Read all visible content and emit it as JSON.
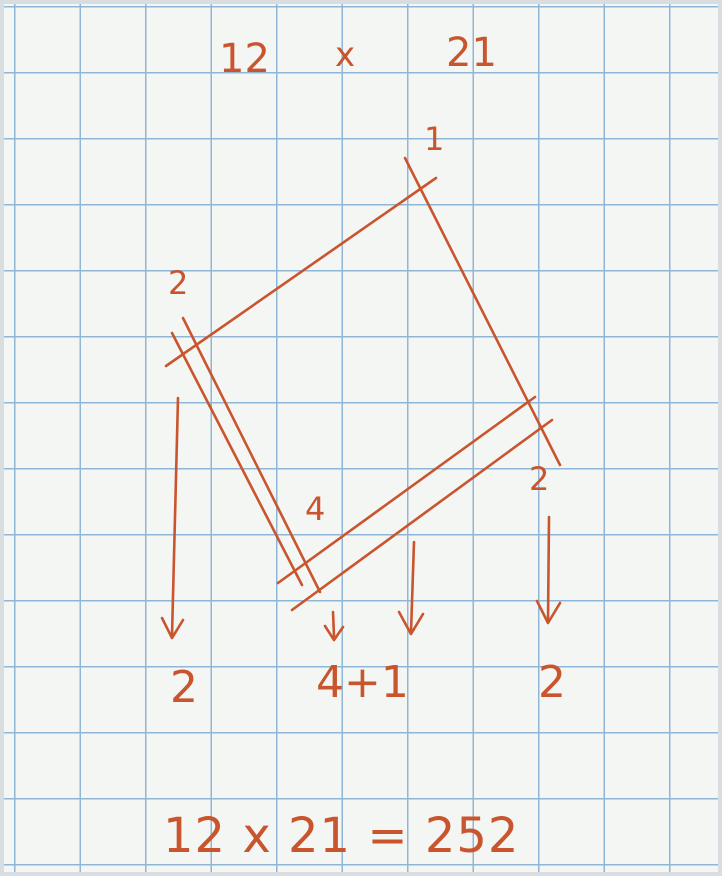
{
  "header": {
    "left_factor": "12",
    "operator": "x",
    "right_factor": "21"
  },
  "intersection_counts": {
    "top": "1",
    "left": "2",
    "bottom": "4",
    "right": "2"
  },
  "results": {
    "left": "2",
    "middle": "4+1",
    "right": "2"
  },
  "equation": "12 x 21 = 252",
  "colors": {
    "ink": "#c9552e",
    "grid": "#8fb6d6",
    "paper": "#f4f6f4"
  }
}
